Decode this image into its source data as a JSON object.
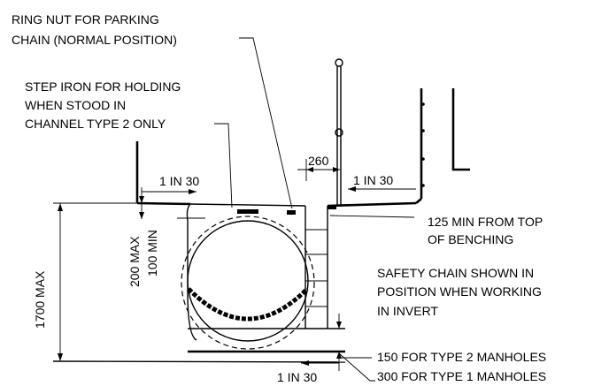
{
  "labels": {
    "ring_nut_line1": "RING NUT FOR PARKING",
    "ring_nut_line2": "CHAIN (NORMAL POSITION)",
    "step_iron_line1": "STEP IRON FOR HOLDING",
    "step_iron_line2": "WHEN STOOD IN",
    "step_iron_line3": "CHANNEL TYPE 2 ONLY",
    "gradient_left": "1 IN 30",
    "gradient_right": "1 IN 30",
    "gradient_bottom": "1 IN 30",
    "dim_260": "260",
    "dim_200max": "200 MAX",
    "dim_100min": "100 MIN",
    "dim_1700max": "1700 MAX",
    "benching_line1": "125 MIN FROM TOP",
    "benching_line2": "OF BENCHING",
    "safety_line1": "SAFETY CHAIN SHOWN IN",
    "safety_line2": "POSITION WHEN WORKING",
    "safety_line3": "IN INVERT",
    "type2_note": "150 FOR TYPE 2 MANHOLES",
    "type1_note": "300 FOR TYPE 1 MANHOLES"
  }
}
